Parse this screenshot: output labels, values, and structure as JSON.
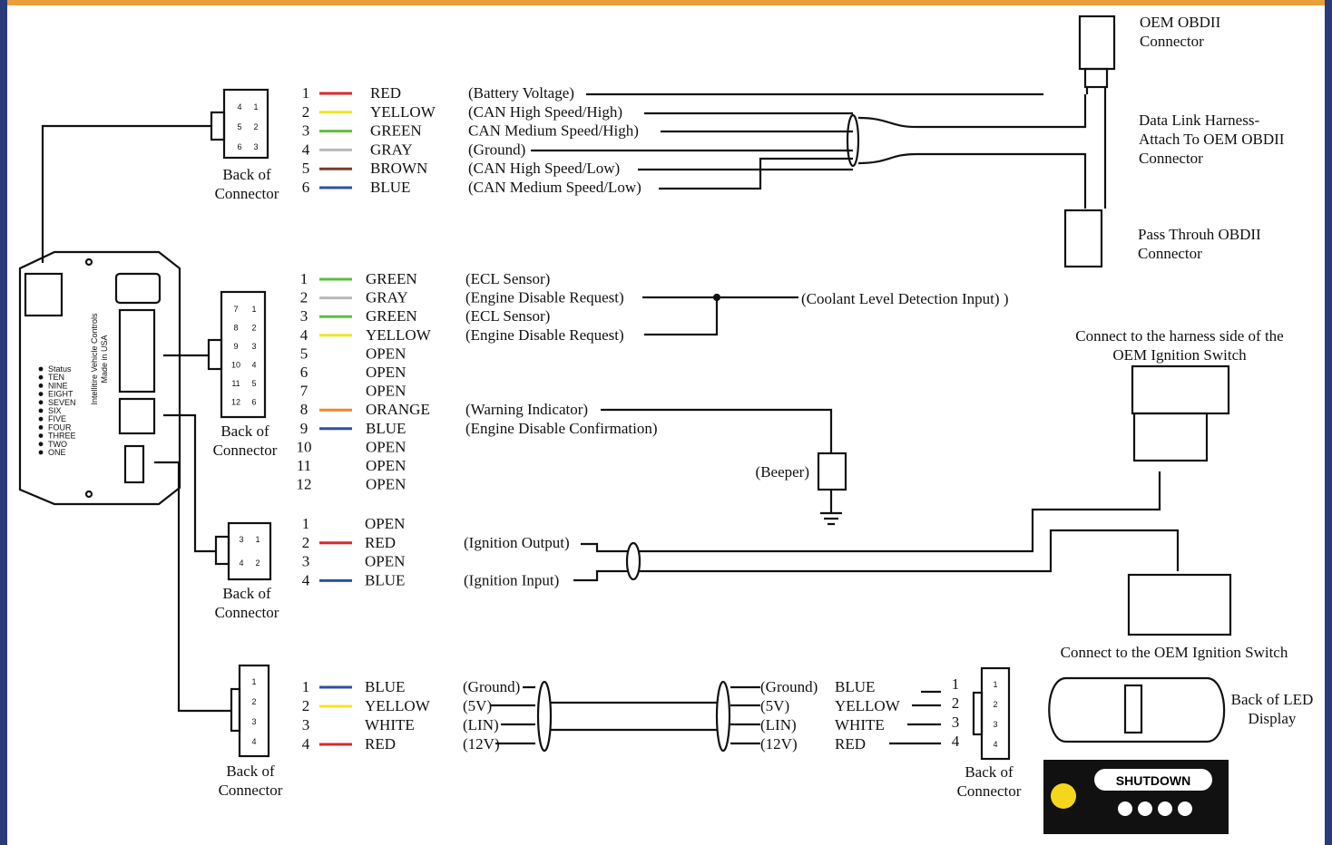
{
  "colors": {
    "RED": "#e0262b",
    "YELLOW": "#f2e51c",
    "GREEN": "#5cbf3f",
    "GRAY": "#b8b8b8",
    "BROWN": "#7a3b2b",
    "BLUE": "#2f4fa3",
    "ORANGE": "#f08a24",
    "WHITE": "#ffffff",
    "OPEN": "none"
  },
  "labels": {
    "oem_obdii": [
      "OEM OBDII",
      "Connector"
    ],
    "data_link": [
      "Data Link Harness-",
      "Attach To OEM OBDII",
      "Connector"
    ],
    "pass_through": [
      "Pass Throuh OBDII",
      "Connector"
    ],
    "connect_harness": [
      "Connect to the harness side of the",
      "OEM Ignition Switch"
    ],
    "connect_oem": "Connect to the OEM Ignition Switch",
    "back_led": [
      "Back of LED",
      "Display"
    ],
    "back_of": "Back of",
    "connector": "Connector",
    "beeper": "(Beeper)",
    "coolant": "(Coolant Level Detection Input) )",
    "shutdown": "SHUTDOWN",
    "module_text": [
      "Intellitire Vehicle Controls",
      "Made in USA"
    ],
    "status_list": [
      "Status",
      "TEN",
      "NINE",
      "EIGHT",
      "SEVEN",
      "SIX",
      "FIVE",
      "FOUR",
      "THREE",
      "TWO",
      "ONE"
    ]
  },
  "groups": [
    {
      "id": "obd",
      "pins": [
        {
          "n": "1",
          "c": "RED",
          "d": "(Battery Voltage)"
        },
        {
          "n": "2",
          "c": "YELLOW",
          "d": "(CAN High Speed/High)"
        },
        {
          "n": "3",
          "c": "GREEN",
          "d": "CAN Medium Speed/High)"
        },
        {
          "n": "4",
          "c": "GRAY",
          "d": "(Ground)"
        },
        {
          "n": "5",
          "c": "BROWN",
          "d": "(CAN High Speed/Low)"
        },
        {
          "n": "6",
          "c": "BLUE",
          "d": "(CAN Medium Speed/Low)"
        }
      ]
    },
    {
      "id": "main",
      "pins": [
        {
          "n": "1",
          "c": "GREEN",
          "d": "(ECL Sensor)"
        },
        {
          "n": "2",
          "c": "GRAY",
          "d": "(Engine Disable Request)"
        },
        {
          "n": "3",
          "c": "GREEN",
          "d": "(ECL Sensor)"
        },
        {
          "n": "4",
          "c": "YELLOW",
          "d": "(Engine Disable Request)"
        },
        {
          "n": "5",
          "c": "OPEN",
          "d": ""
        },
        {
          "n": "6",
          "c": "OPEN",
          "d": ""
        },
        {
          "n": "7",
          "c": "OPEN",
          "d": ""
        },
        {
          "n": "8",
          "c": "ORANGE",
          "d": "(Warning Indicator)"
        },
        {
          "n": "9",
          "c": "BLUE",
          "d": "(Engine Disable Confirmation)"
        },
        {
          "n": "10",
          "c": "OPEN",
          "d": ""
        },
        {
          "n": "11",
          "c": "OPEN",
          "d": ""
        },
        {
          "n": "12",
          "c": "OPEN",
          "d": ""
        }
      ]
    },
    {
      "id": "ign",
      "pins": [
        {
          "n": "1",
          "c": "OPEN",
          "d": ""
        },
        {
          "n": "2",
          "c": "RED",
          "d": "(Ignition Output)"
        },
        {
          "n": "3",
          "c": "OPEN",
          "d": ""
        },
        {
          "n": "4",
          "c": "BLUE",
          "d": "(Ignition Input)"
        }
      ]
    },
    {
      "id": "led",
      "pins": [
        {
          "n": "1",
          "c": "BLUE",
          "d": "(Ground)"
        },
        {
          "n": "2",
          "c": "YELLOW",
          "d": "(5V)"
        },
        {
          "n": "3",
          "c": "WHITE",
          "d": "(LIN)"
        },
        {
          "n": "4",
          "c": "RED",
          "d": "(12V)"
        }
      ]
    }
  ],
  "led_right": [
    {
      "n": "1",
      "c": "BLUE",
      "d": "(Ground)"
    },
    {
      "n": "2",
      "c": "YELLOW",
      "d": "(5V)"
    },
    {
      "n": "3",
      "c": "WHITE",
      "d": "(LIN)"
    },
    {
      "n": "4",
      "c": "RED",
      "d": "(12V)"
    }
  ]
}
